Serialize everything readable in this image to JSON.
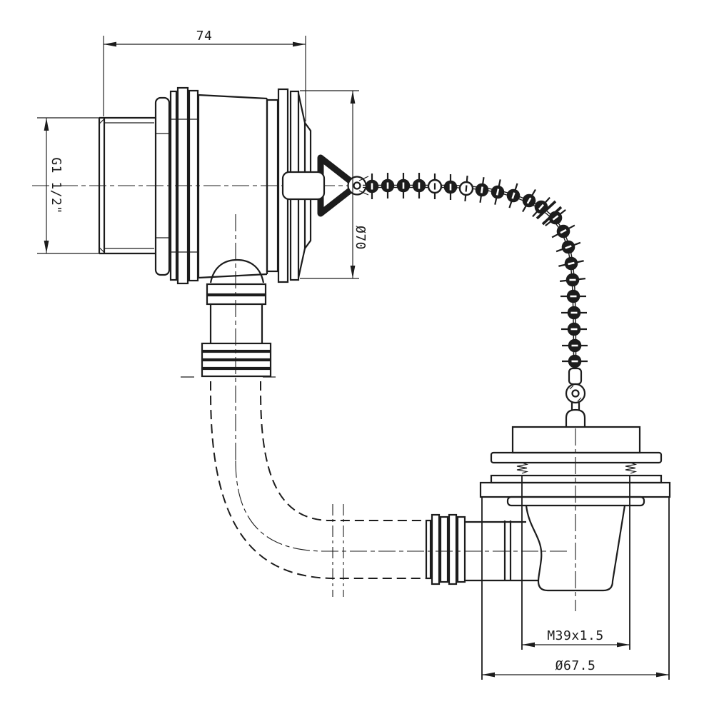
{
  "drawing": {
    "background": "#ffffff",
    "line_color": "#1c1c1c",
    "dimensions": {
      "overall_length": "74",
      "inlet_thread": "G1 1/2\"",
      "faceplate_diameter": "Ø70",
      "waste_thread": "M39x1.5",
      "waste_flange_diameter": "Ø67.5"
    }
  }
}
